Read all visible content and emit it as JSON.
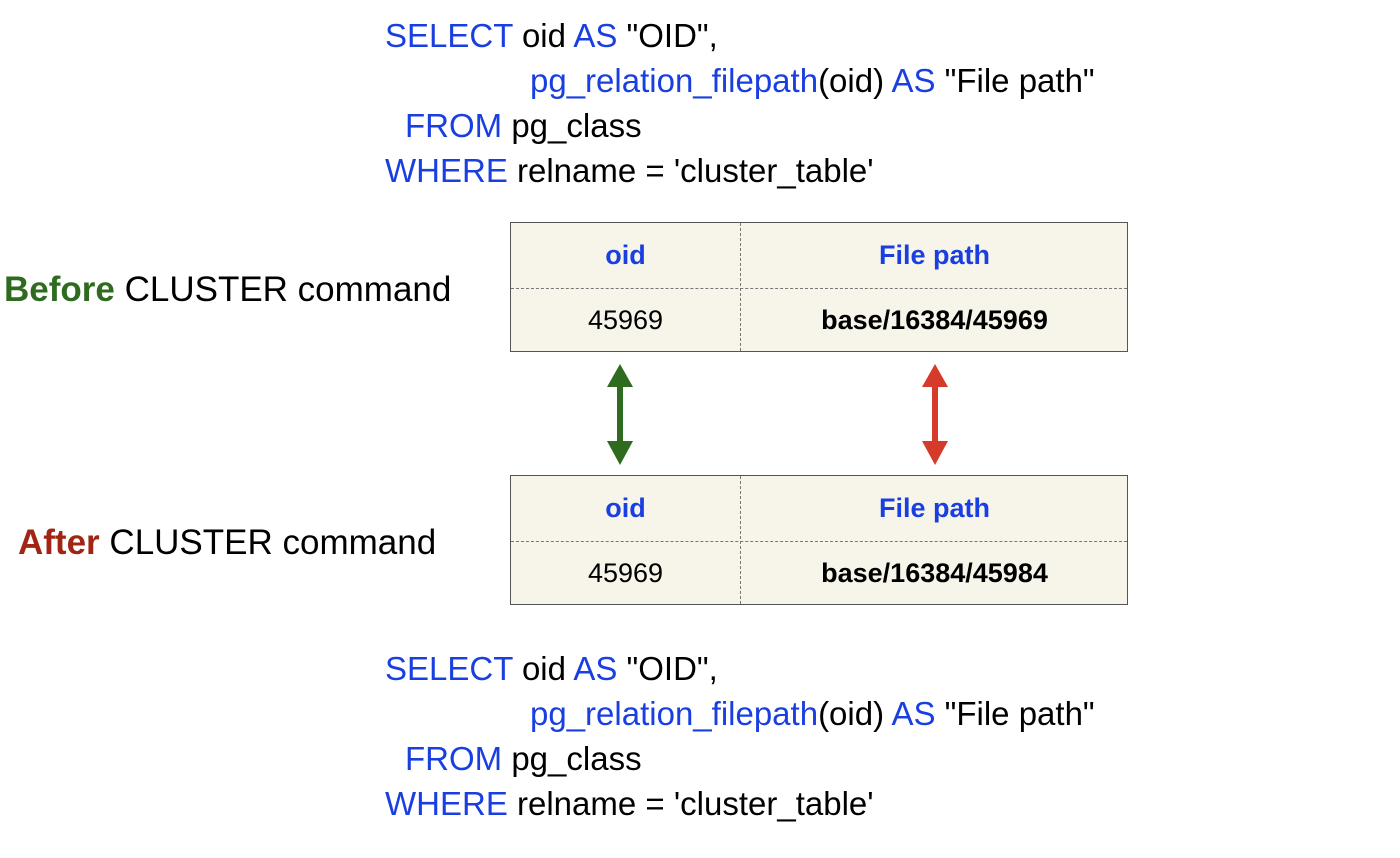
{
  "query_top": {
    "line1": {
      "kw1": "SELECT",
      "t1": " oid ",
      "kw2": "AS",
      "t2": " \"OID\","
    },
    "line2": {
      "fn": "pg_relation_filepath",
      "t1": "(oid) ",
      "kw": "AS",
      "t2": " \"File path\""
    },
    "line3": {
      "kw": "FROM",
      "t1": " pg_class"
    },
    "line4": {
      "kw": "WHERE",
      "t1": " relname = 'cluster_table'"
    }
  },
  "query_bottom": {
    "line1": {
      "kw1": "SELECT",
      "t1": " oid ",
      "kw2": "AS",
      "t2": " \"OID\","
    },
    "line2": {
      "fn": "pg_relation_filepath",
      "t1": "(oid) ",
      "kw": "AS",
      "t2": " \"File path\""
    },
    "line3": {
      "kw": "FROM",
      "t1": " pg_class"
    },
    "line4": {
      "kw": "WHERE",
      "t1": " relname = 'cluster_table'"
    }
  },
  "before": {
    "label_em": "Before",
    "label_rest": " CLUSTER command",
    "header_oid": "oid",
    "header_path": "File path",
    "oid": "45969",
    "path": "base/16384/45969"
  },
  "after": {
    "label_em": "After",
    "label_rest": " CLUSTER command",
    "header_oid": "oid",
    "header_path": "File path",
    "oid": "45969",
    "path": "base/16384/45984"
  },
  "colors": {
    "keyword": "#1a3fe0",
    "before": "#2f6b1f",
    "after": "#a12515",
    "arrow_same": "#2f6b1f",
    "arrow_changed": "#d63a2a",
    "table_bg": "#f7f5ea"
  }
}
